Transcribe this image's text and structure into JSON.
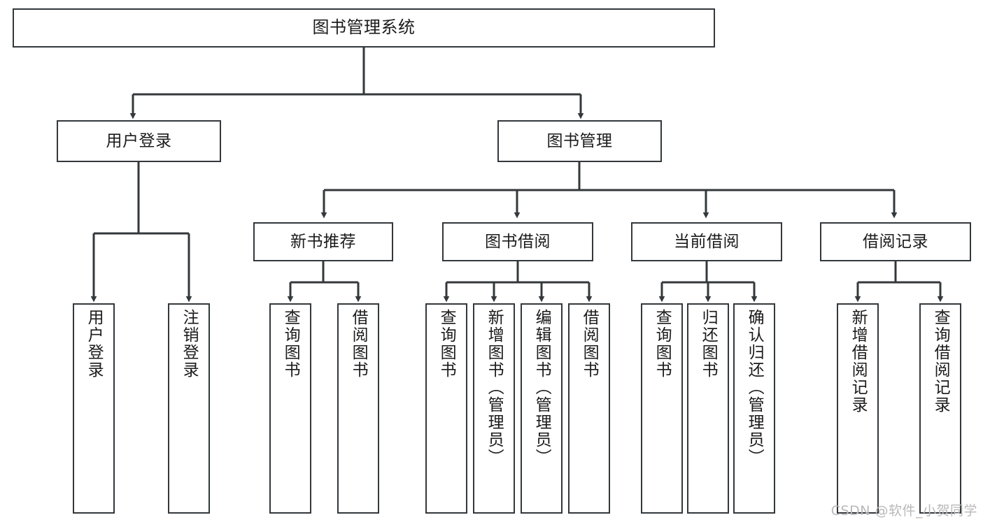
{
  "diagram": {
    "title": "图书管理系统",
    "type": "tree-hierarchy",
    "stroke_color": "#33383b",
    "fill_color": "#ffffff",
    "text_color": "#1b1b1b",
    "root": {
      "label": "图书管理系统"
    },
    "level2": [
      {
        "label": "用户登录"
      },
      {
        "label": "图书管理"
      }
    ],
    "level3": [
      {
        "label": "新书推荐"
      },
      {
        "label": "图书借阅"
      },
      {
        "label": "当前借阅"
      },
      {
        "label": "借阅记录"
      }
    ],
    "leaves": {
      "user_login": [
        {
          "label": "用户登录"
        },
        {
          "label": "注销登录"
        }
      ],
      "new_book_recommend": [
        {
          "label": "查询图书"
        },
        {
          "label": "借阅图书"
        }
      ],
      "book_borrow": [
        {
          "label": "查询图书"
        },
        {
          "label": "新增图书（管理员）"
        },
        {
          "label": "编辑图书（管理员）"
        },
        {
          "label": "借阅图书"
        }
      ],
      "current_borrow": [
        {
          "label": "查询图书"
        },
        {
          "label": "归还图书"
        },
        {
          "label": "确认归还（管理员）"
        }
      ],
      "borrow_record": [
        {
          "label": "新增借阅记录"
        },
        {
          "label": "查询借阅记录"
        }
      ]
    }
  },
  "watermark": {
    "text": "CSDN @软件_小贺同学"
  }
}
